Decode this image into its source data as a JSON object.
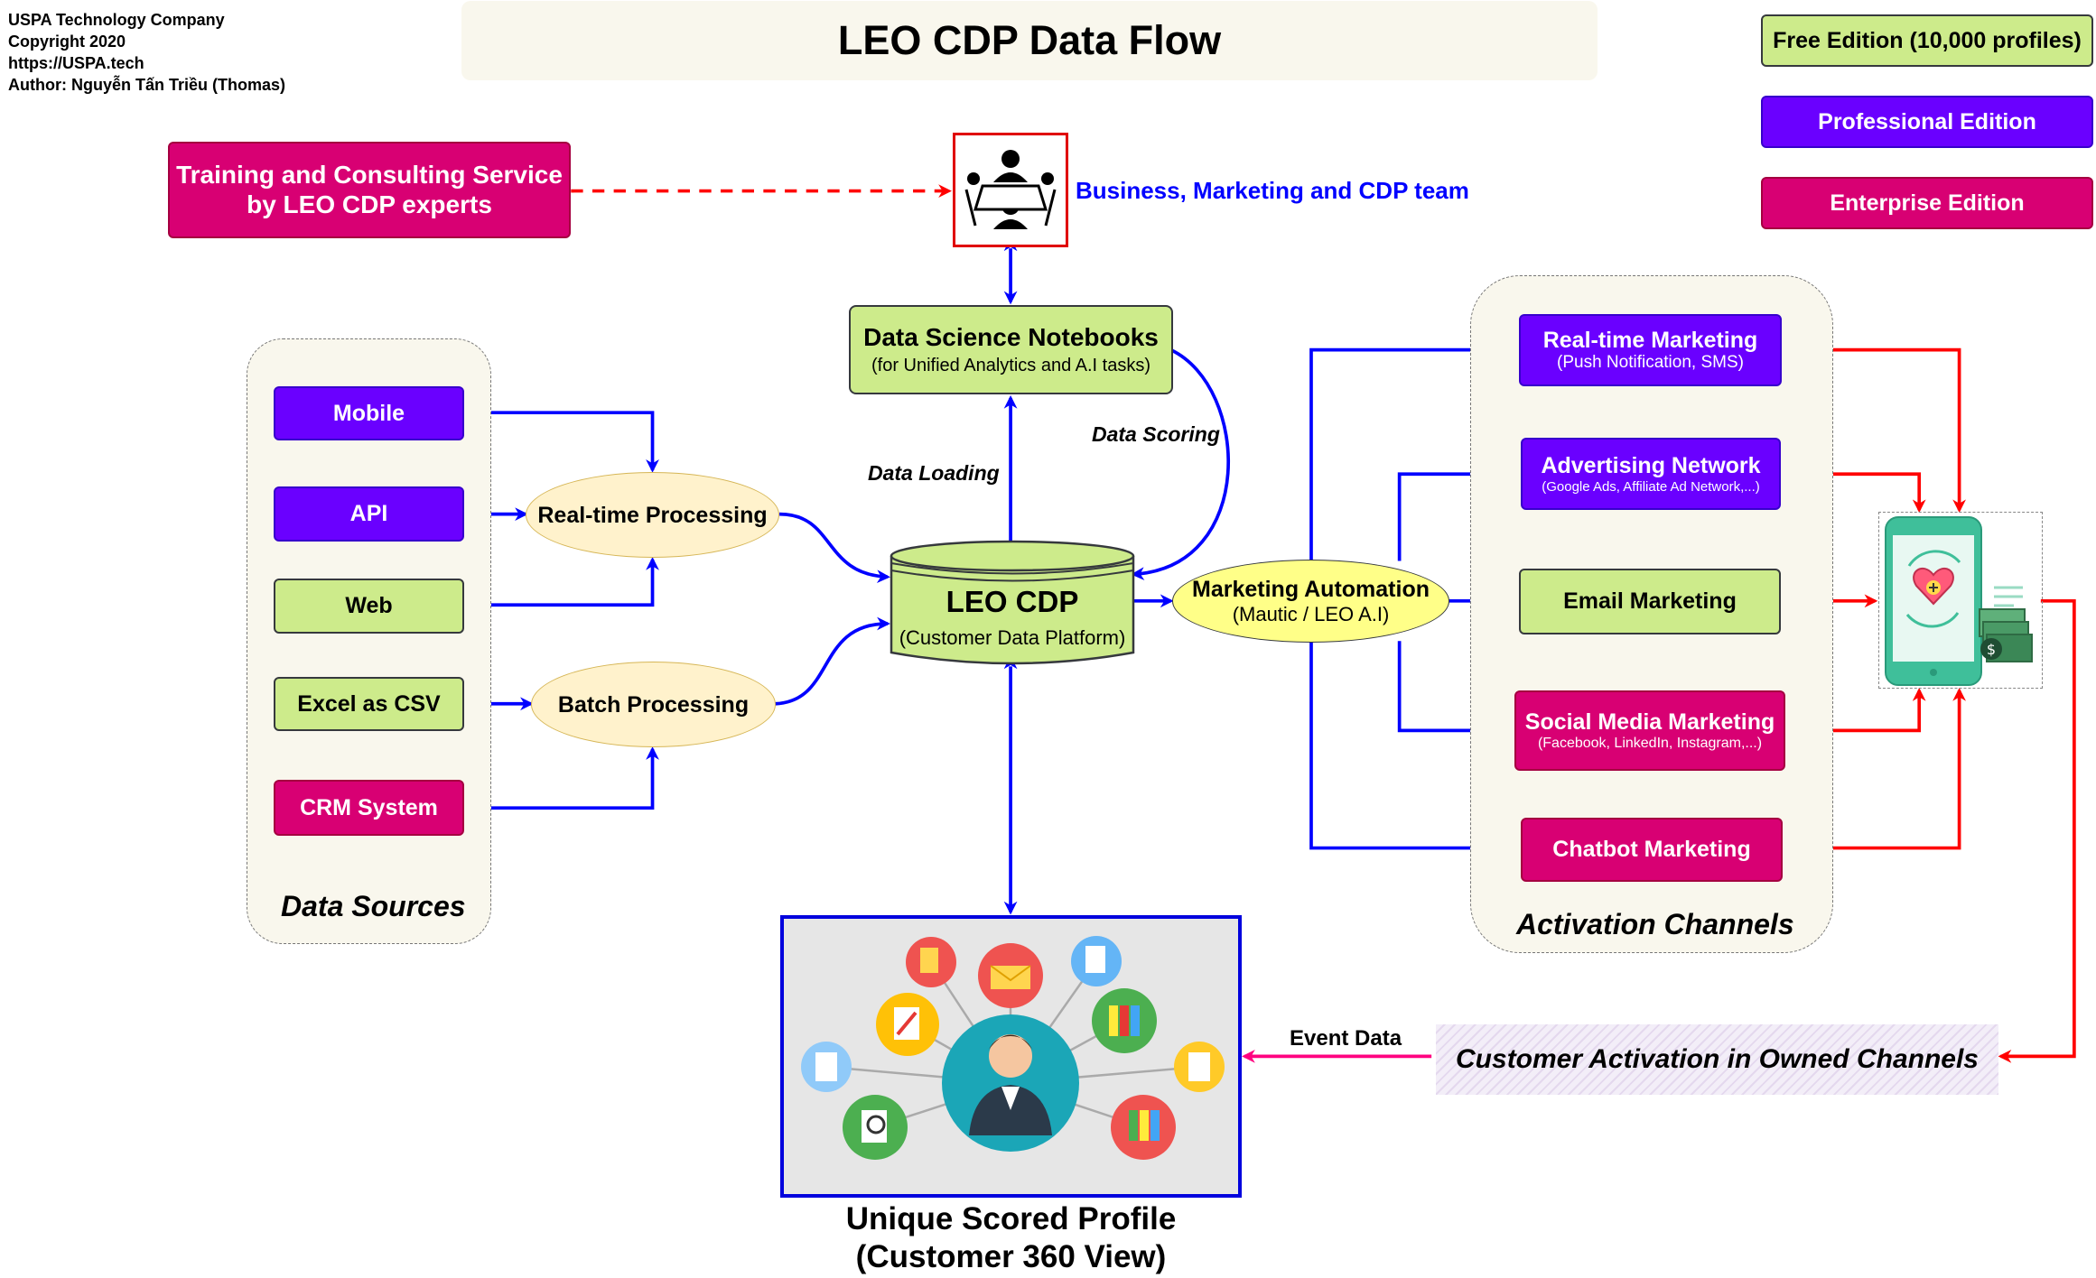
{
  "credits": {
    "company": "USPA Technology Company",
    "copyright": "Copyright 2020",
    "website": "https://USPA.tech",
    "author": "Author: Nguyễn Tấn Triều (Thomas)"
  },
  "title": "LEO CDP Data Flow",
  "editions": {
    "free": "Free Edition (10,000 profiles)",
    "professional": "Professional Edition",
    "enterprise": "Enterprise Edition"
  },
  "training": {
    "line1": "Training and Consulting Service",
    "line2": "by LEO CDP experts"
  },
  "team_label": "Business, Marketing and CDP team",
  "notebooks": {
    "title": "Data Science Notebooks",
    "subtitle": "(for Unified Analytics and A.I tasks)"
  },
  "edge_labels": {
    "data_loading": "Data Loading",
    "data_scoring": "Data Scoring",
    "event_data": "Event Data"
  },
  "data_sources": {
    "group_label": "Data Sources",
    "mobile": "Mobile",
    "api": "API",
    "web": "Web",
    "excel": "Excel as CSV",
    "crm": "CRM System"
  },
  "processing": {
    "realtime": "Real-time Processing",
    "batch": "Batch Processing"
  },
  "cdp": {
    "title": "LEO CDP",
    "subtitle": "(Customer Data Platform)"
  },
  "automation": {
    "title": "Marketing Automation",
    "subtitle": "(Mautic / LEO A.I)"
  },
  "channels": {
    "group_label": "Activation Channels",
    "realtime": {
      "title": "Real-time Marketing",
      "subtitle": "(Push Notification, SMS)"
    },
    "advertising": {
      "title": "Advertising Network",
      "subtitle": "(Google Ads, Affiliate Ad Network,...)"
    },
    "email": {
      "title": "Email Marketing"
    },
    "social": {
      "title": "Social Media Marketing",
      "subtitle": "(Facebook, LinkedIn, Instagram,...)"
    },
    "chatbot": {
      "title": "Chatbot Marketing"
    }
  },
  "owned_channels": "Customer Activation in Owned Channels",
  "profile": {
    "line1": "Unique Scored Profile",
    "line2": "(Customer 360 View)"
  },
  "colors": {
    "purple": "#6a00ff",
    "green": "#cdeb8b",
    "pink": "#d80073",
    "blue_arrow": "#0000ff",
    "red_arrow": "#ff0000",
    "cream": "#fff2cc",
    "yellow": "#ffff88"
  }
}
